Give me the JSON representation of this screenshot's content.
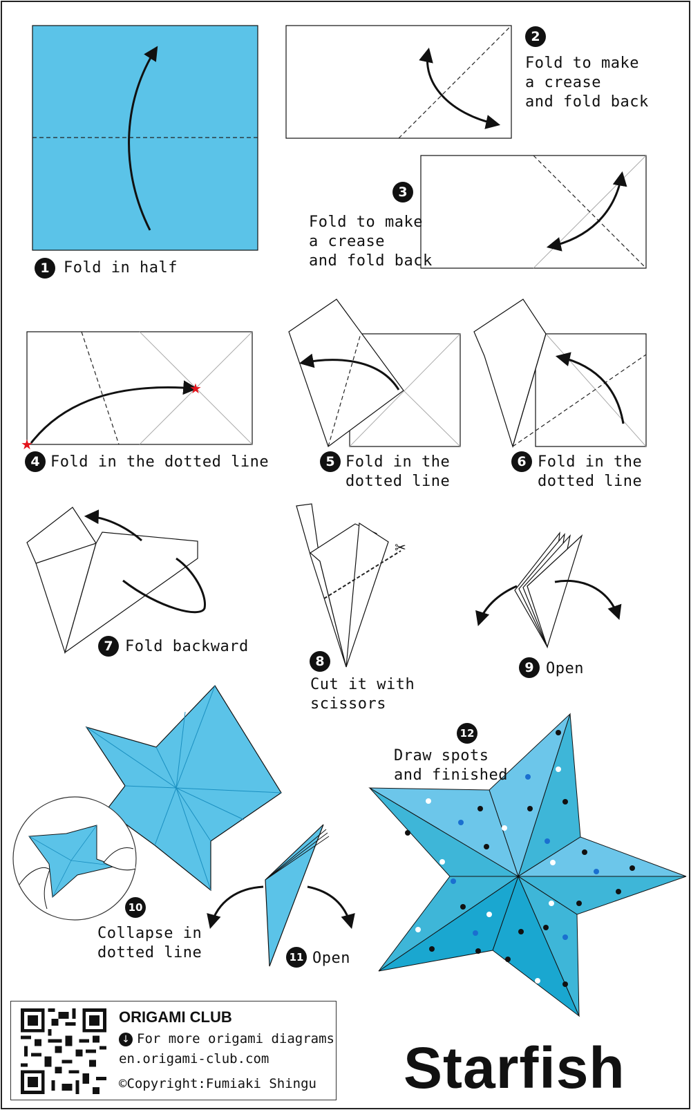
{
  "steps": [
    {
      "num": "1",
      "text": "Fold in half"
    },
    {
      "num": "2",
      "text": "Fold to make\na crease\nand fold back"
    },
    {
      "num": "3",
      "text": "Fold to make\na crease\nand fold back"
    },
    {
      "num": "4",
      "text": "Fold in the dotted line"
    },
    {
      "num": "5",
      "text": "Fold in the\ndotted line"
    },
    {
      "num": "6",
      "text": "Fold in the\ndotted line"
    },
    {
      "num": "7",
      "text": "Fold backward"
    },
    {
      "num": "8",
      "text": "Cut it with\nscissors"
    },
    {
      "num": "9",
      "text": "Open"
    },
    {
      "num": "10",
      "text": "Collapse in\ndotted line"
    },
    {
      "num": "11",
      "text": "Open"
    },
    {
      "num": "12",
      "text": "Draw spots\nand finished"
    }
  ],
  "title": "Starfish",
  "footer": {
    "club": "ORIGAMI CLUB",
    "more_icon": "download-arrow-icon",
    "more_text": "For more origami diagrams",
    "site": "en.origami-club.com",
    "copyright": "©Copyright:Fumiaki Shingu",
    "qr_icon": "qr-code-icon"
  },
  "colors": {
    "paper_blue": "#5bc3e8",
    "star_light": "#6cc6ea",
    "star_mid": "#3eb6d8",
    "star_dark": "#1aa7d0",
    "accent_red": "#e3131b",
    "outline": "#111111"
  }
}
